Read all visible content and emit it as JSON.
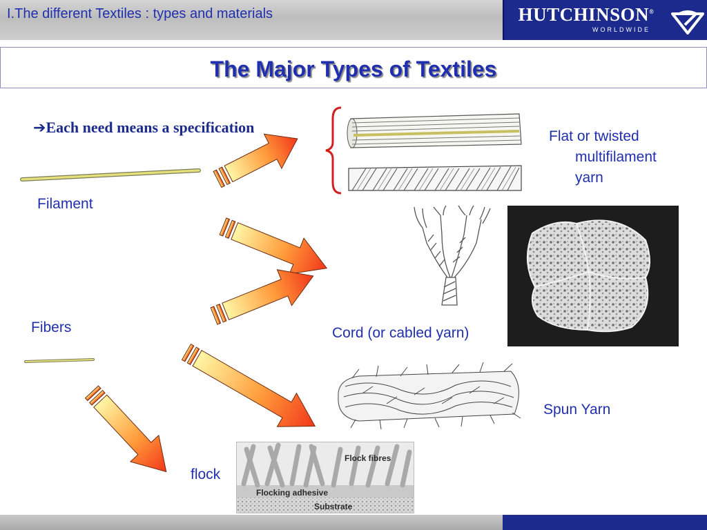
{
  "header": {
    "title": "I.The different Textiles : types and materials"
  },
  "logo": {
    "word": "HUTCHINSON",
    "registered": "®",
    "subtitle": "WORLDWIDE"
  },
  "slide": {
    "title": "The Major Types of Textiles",
    "spec_arrow": "➔",
    "spec_text": "Each need means a specification"
  },
  "labels": {
    "filament": "Filament",
    "fibers": "Fibers",
    "flat_line1": "Flat  or twisted",
    "flat_line2": "multifilament",
    "flat_line3": "yarn",
    "cord": "Cord (or cabled yarn)",
    "spun": "Spun Yarn",
    "flock": "flock"
  },
  "flock_image": {
    "fibres": "Flock fibres",
    "adhesive": "Flocking adhesive",
    "substrate": "Substrate"
  },
  "colors": {
    "primary_blue": "#1f2fae",
    "logo_navy": "#1b2a8c",
    "arrow_light": "#fff7a6",
    "arrow_mid": "#ff9a3a",
    "arrow_dark": "#f2361a",
    "brace_red": "#d22020",
    "filament_yellow": "#e6e07a"
  }
}
